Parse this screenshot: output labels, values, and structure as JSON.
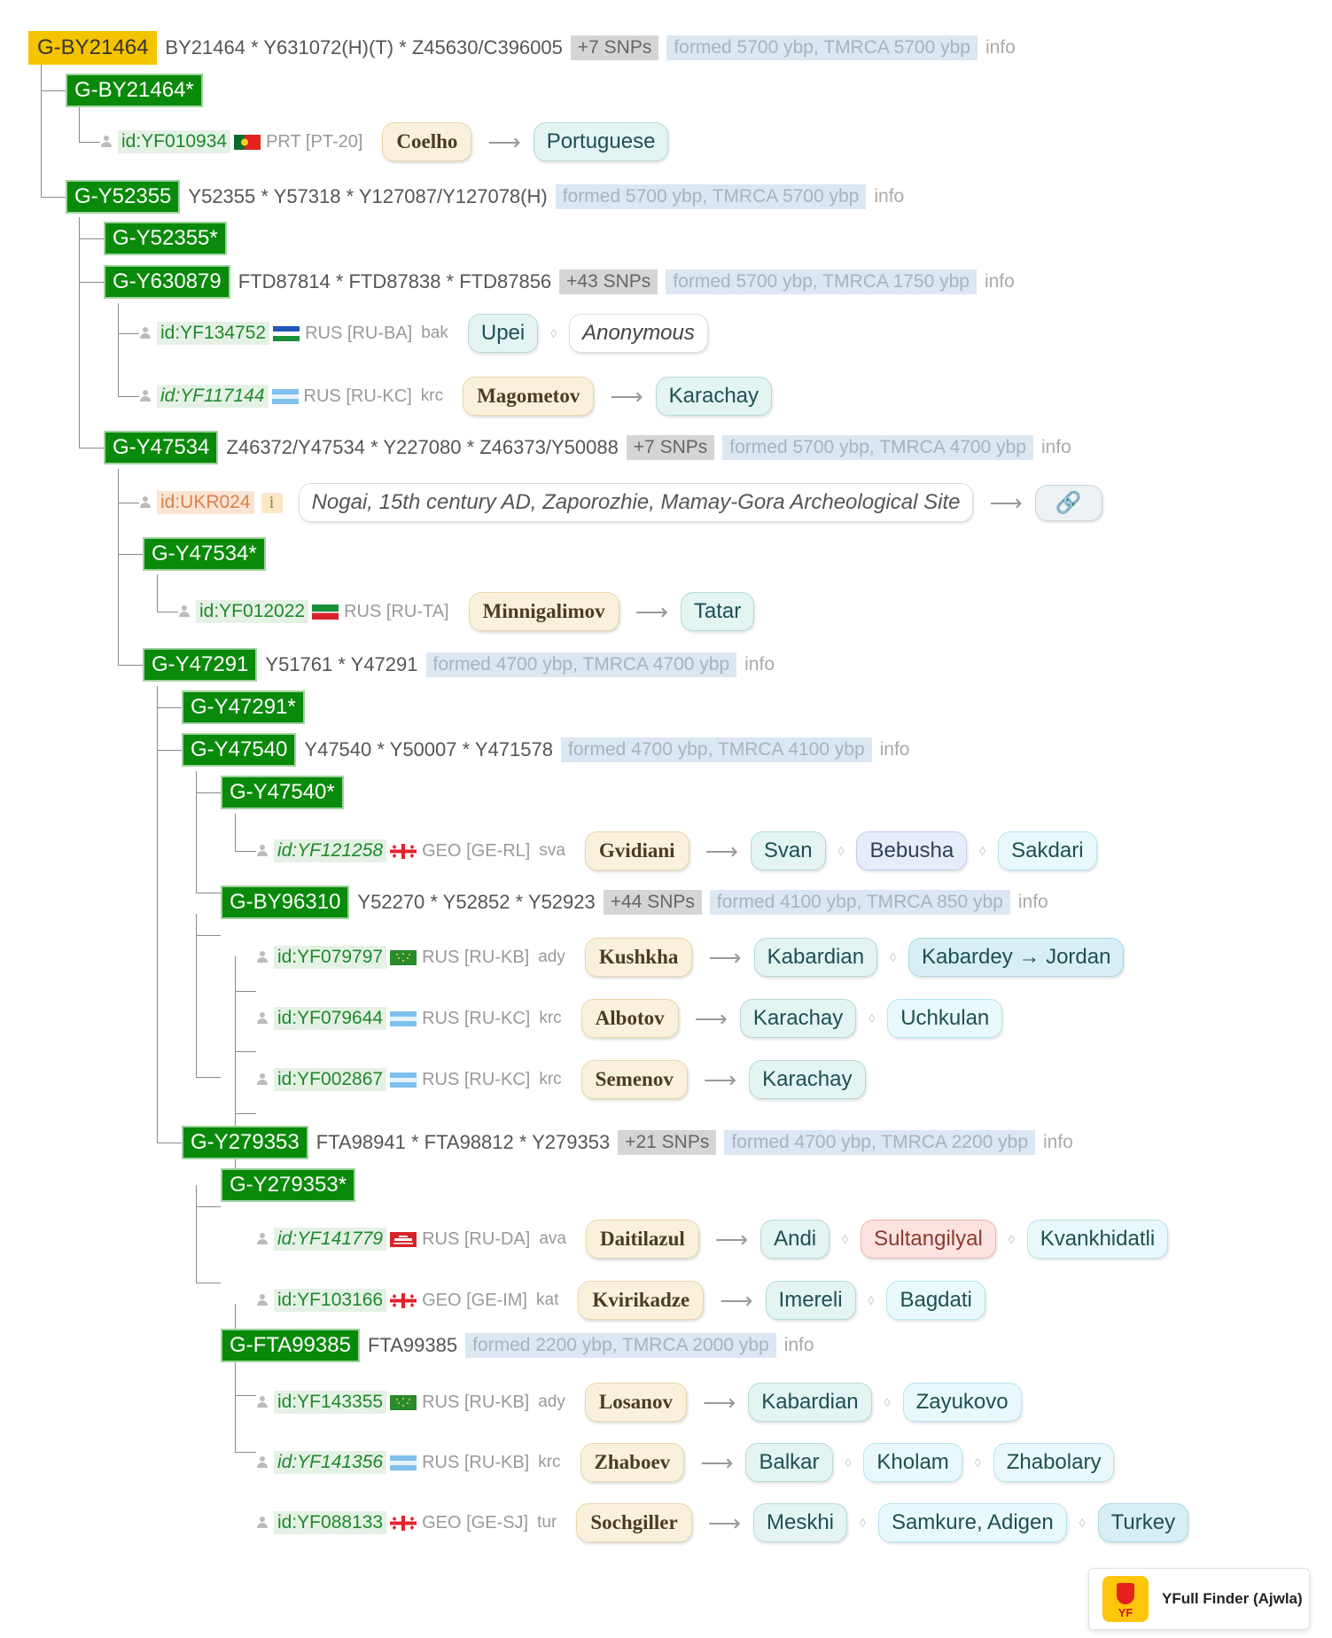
{
  "root": {
    "label": "G-BY21464",
    "snps": "BY21464 * Y631072(H)(T) * Z45630/C396005",
    "more": "+7 SNPs",
    "formed": "formed 5700 ybp, TMRCA 5700 ybp",
    "info": "info"
  },
  "by21464_star": {
    "label": "G-BY21464*"
  },
  "s_yf010934": {
    "id": "id:YF010934",
    "country": "PRT [PT-20]",
    "surname": "Coelho",
    "arrow": "⟶",
    "tags": [
      "Portuguese"
    ]
  },
  "y52355": {
    "label": "G-Y52355",
    "snps": "Y52355 * Y57318 * Y127087/Y127078(H)",
    "formed": "formed 5700 ybp, TMRCA 5700 ybp",
    "info": "info"
  },
  "y52355_star": {
    "label": "G-Y52355*"
  },
  "y630879": {
    "label": "G-Y630879",
    "snps": "FTD87814 * FTD87838 * FTD87856",
    "more": "+43 SNPs",
    "formed": "formed 5700 ybp, TMRCA 1750 ybp",
    "info": "info"
  },
  "s_yf134752": {
    "id": "id:YF134752",
    "country": "RUS [RU-BA]",
    "lang": "bak",
    "tags": [
      "Upei",
      "Anonymous"
    ],
    "sep": "◊"
  },
  "s_yf117144": {
    "id": "id:YF117144",
    "country": "RUS [RU-KC]",
    "lang": "krc",
    "surname": "Magometov",
    "arrow": "⟶",
    "tags": [
      "Karachay"
    ]
  },
  "y47534": {
    "label": "G-Y47534",
    "snps": "Z46372/Y47534 * Y227080 * Z46373/Y50088",
    "more": "+7 SNPs",
    "formed": "formed 5700 ybp, TMRCA 4700 ybp",
    "info": "info"
  },
  "s_ukr024": {
    "id": "id:UKR024",
    "badge": "i",
    "desc": "Nogai, 15th century AD, Zaporozhie, Mamay-Gora Archeological Site",
    "arrow": "⟶",
    "link_icon": "🔗"
  },
  "y47534_star": {
    "label": "G-Y47534*"
  },
  "s_yf012022": {
    "id": "id:YF012022",
    "country": "RUS [RU-TA]",
    "surname": "Minnigalimov",
    "arrow": "⟶",
    "tags": [
      "Tatar"
    ]
  },
  "y47291": {
    "label": "G-Y47291",
    "snps": "Y51761 * Y47291",
    "formed": "formed 4700 ybp, TMRCA 4700 ybp",
    "info": "info"
  },
  "y47291_star": {
    "label": "G-Y47291*"
  },
  "y47540": {
    "label": "G-Y47540",
    "snps": "Y47540 * Y50007 * Y471578",
    "formed": "formed 4700 ybp, TMRCA 4100 ybp",
    "info": "info"
  },
  "y47540_star": {
    "label": "G-Y47540*"
  },
  "s_yf121258": {
    "id": "id:YF121258",
    "country": "GEO [GE-RL]",
    "lang": "sva",
    "surname": "Gvidiani",
    "arrow": "⟶",
    "tags": [
      "Svan",
      "Bebusha",
      "Sakdari"
    ],
    "sep": "◊"
  },
  "by96310": {
    "label": "G-BY96310",
    "snps": "Y52270 * Y52852 * Y52923",
    "more": "+44 SNPs",
    "formed": "formed 4100 ybp, TMRCA 850 ybp",
    "info": "info"
  },
  "s_yf079797": {
    "id": "id:YF079797",
    "country": "RUS [RU-KB]",
    "lang": "ady",
    "surname": "Kushkha",
    "arrow": "⟶",
    "tags": [
      "Kabardian",
      "Kabardey → Jordan"
    ],
    "sep": "◊"
  },
  "s_yf079644": {
    "id": "id:YF079644",
    "country": "RUS [RU-KC]",
    "lang": "krc",
    "surname": "Albotov",
    "arrow": "⟶",
    "tags": [
      "Karachay",
      "Uchkulan"
    ],
    "sep": "◊"
  },
  "s_yf002867": {
    "id": "id:YF002867",
    "country": "RUS [RU-KC]",
    "lang": "krc",
    "surname": "Semenov",
    "arrow": "⟶",
    "tags": [
      "Karachay"
    ]
  },
  "y279353": {
    "label": "G-Y279353",
    "snps": "FTA98941 * FTA98812 * Y279353",
    "more": "+21 SNPs",
    "formed": "formed 4700 ybp, TMRCA 2200 ybp",
    "info": "info"
  },
  "y279353_star": {
    "label": "G-Y279353*"
  },
  "s_yf141779": {
    "id": "id:YF141779",
    "country": "RUS [RU-DA]",
    "lang": "ava",
    "surname": "Daitilazul",
    "arrow": "⟶",
    "tags": [
      "Andi",
      "Sultangilyal",
      "Kvankhidatli"
    ],
    "sep": "◊"
  },
  "s_yf103166": {
    "id": "id:YF103166",
    "country": "GEO [GE-IM]",
    "lang": "kat",
    "surname": "Kvirikadze",
    "arrow": "⟶",
    "tags": [
      "Imereli",
      "Bagdati"
    ],
    "sep": "◊"
  },
  "fta99385": {
    "label": "G-FTA99385",
    "snps": "FTA99385",
    "formed": "formed 2200 ybp, TMRCA 2000 ybp",
    "info": "info"
  },
  "s_yf143355": {
    "id": "id:YF143355",
    "country": "RUS [RU-KB]",
    "lang": "ady",
    "surname": "Losanov",
    "arrow": "⟶",
    "tags": [
      "Kabardian",
      "Zayukovo"
    ],
    "sep": "◊"
  },
  "s_yf141356": {
    "id": "id:YF141356",
    "country": "RUS [RU-KB]",
    "lang": "krc",
    "surname": "Zhaboev",
    "arrow": "⟶",
    "tags": [
      "Balkar",
      "Kholam",
      "Zhabolary"
    ],
    "sep": "◊"
  },
  "s_yf088133": {
    "id": "id:YF088133",
    "country": "GEO [GE-SJ]",
    "lang": "tur",
    "surname": "Sochgiller",
    "arrow": "⟶",
    "tags": [
      "Meskhi",
      "Samkure, Adigen",
      "Turkey"
    ],
    "sep": "◊"
  },
  "widget": {
    "title": "YFull Finder (Ajwla)",
    "logo_text": "YF"
  },
  "colors": {
    "haplogroup_bg": "#0a8a0a",
    "root_bg": "#f5c400",
    "sample_id": "#1d8a2a",
    "surname_bg": "#faf1dd",
    "place_bg": "#e3f4f3",
    "widget_logo": "#fdc60a"
  }
}
